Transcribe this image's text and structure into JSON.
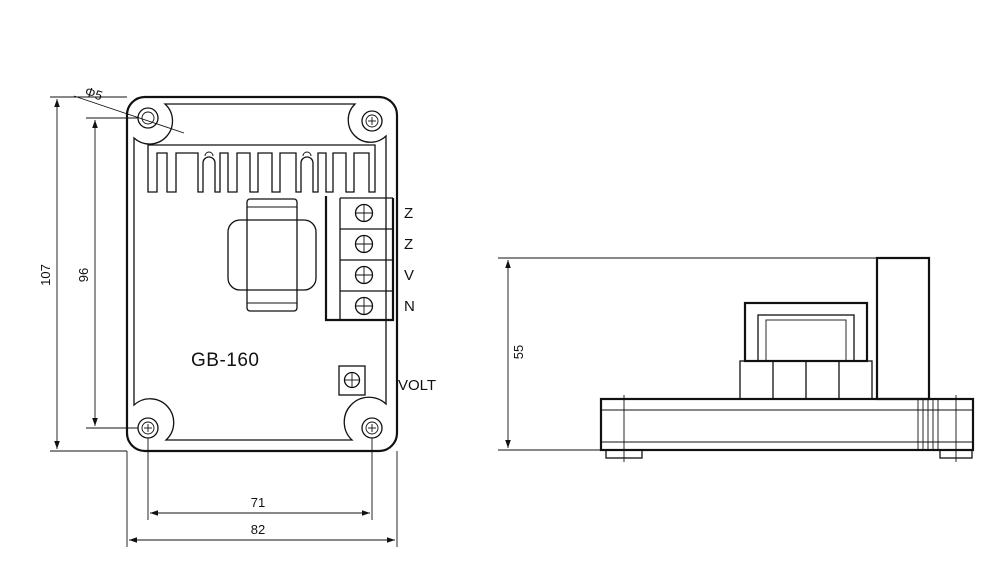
{
  "front_view": {
    "model": "GB-160",
    "terminals": [
      "Z",
      "Z",
      "V",
      "N"
    ],
    "volt_label": "VOLT",
    "hole_label": "Φ5"
  },
  "dimensions": {
    "height_total": "107",
    "height_holes": "96",
    "width_holes": "71",
    "width_total": "82",
    "side_height": "55"
  }
}
